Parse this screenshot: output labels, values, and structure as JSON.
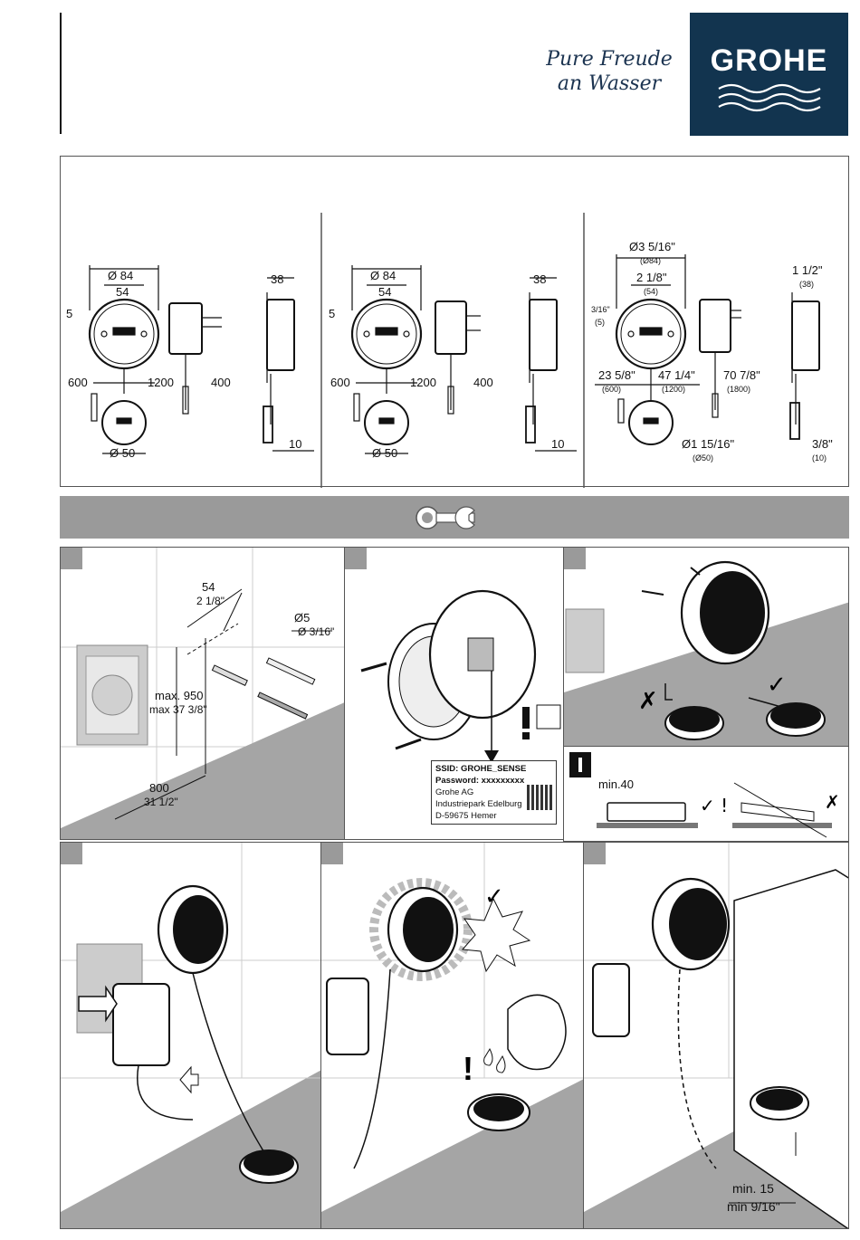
{
  "brand": {
    "slogan_line1": "Pure Freude",
    "slogan_line2": "an Wasser",
    "logo_text": "GROHE"
  },
  "spec_col1": {
    "d_outer": "Ø 84",
    "w_inner": "54",
    "offset": "5",
    "cable_left": "600",
    "cable_right": "1200",
    "plug_cable": "400",
    "d_sensor": "Ø 50",
    "depth": "38",
    "sensor_h": "10"
  },
  "spec_col2": {
    "d_outer": "Ø 84",
    "w_inner": "54",
    "offset": "5",
    "cable_left": "600",
    "cable_right": "1200",
    "plug_cable": "400",
    "d_sensor": "Ø 50",
    "depth": "38",
    "sensor_h": "10"
  },
  "spec_col3": {
    "d_outer": "Ø3 5/16\"",
    "d_outer_mm": "(Ø84)",
    "w_inner": "2 1/8\"",
    "w_inner_mm": "(54)",
    "offset": "3/16\"",
    "offset_mm": "(5)",
    "cable_left": "23 5/8\"",
    "cable_left_mm": "(600)",
    "cable_right": "47 1/4\"",
    "cable_right_mm": "(1200)",
    "plug_cable": "70 7/8\"",
    "plug_cable_mm": "(1800)",
    "d_sensor": "Ø1 15/16\"",
    "d_sensor_mm": "(Ø50)",
    "depth": "1 1/2\"",
    "depth_mm": "(38)",
    "sensor_h": "3/8\"",
    "sensor_h_mm": "(10)"
  },
  "step1": {
    "hole_spacing": "54",
    "hole_spacing_in": "2 1/8\"",
    "drill": "Ø5",
    "drill_in": "Ø 3/16\"",
    "max_height": "max. 950",
    "max_height_in": "max 37 3/8\"",
    "min_dist": "800",
    "min_dist_in": "31 1/2\""
  },
  "step2_label": {
    "ssid": "SSID: GROHE_SENSE",
    "password": "Password: xxxxxxxxx",
    "company": "Grohe AG",
    "address1": "Industriepark Edelburg",
    "address2": "D-59675 Hemer"
  },
  "info_box": {
    "min": "min.40"
  },
  "step6": {
    "min": "min. 15",
    "min_in": "min 9/16\""
  },
  "colors": {
    "brand": "#12344f",
    "panel_grey": "#9a9a9a",
    "floor": "#a5a5a5"
  }
}
